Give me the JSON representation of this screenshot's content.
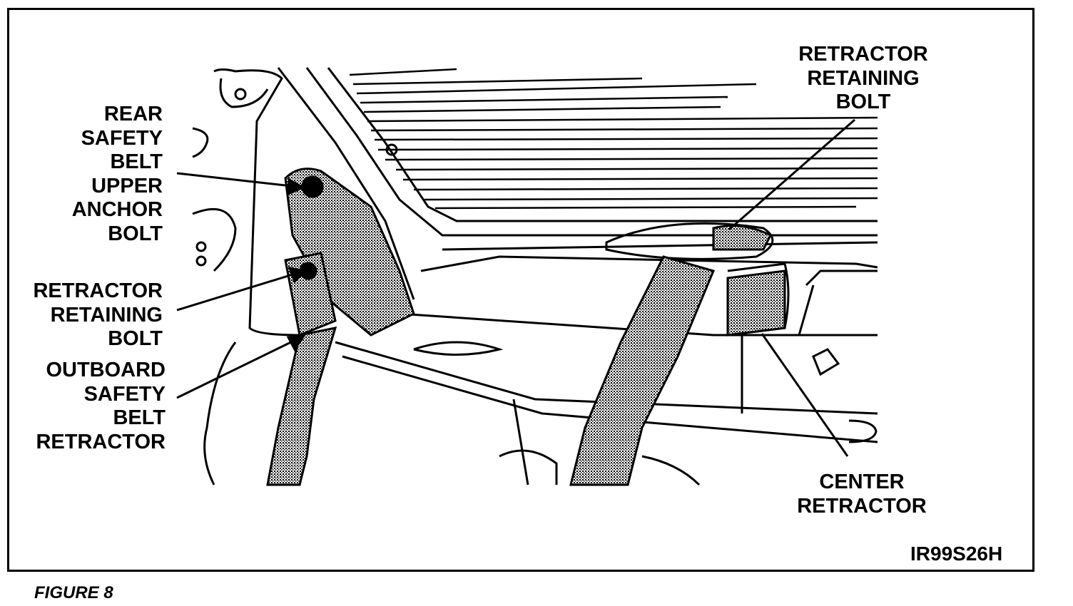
{
  "callouts": {
    "rear_anchor_bolt": "REAR\nSAFETY\nBELT\nUPPER\nANCHOR\nBOLT",
    "retractor_bolt_left": "RETRACTOR\nRETAINING\nBOLT",
    "outboard_retractor": "OUTBOARD\nSAFETY\nBELT\nRETRACTOR",
    "retractor_bolt_top": "RETRACTOR\nRETAINING\nBOLT",
    "center_retractor": "CENTER\nRETRACTOR"
  },
  "figure_code": "IR99S26H",
  "caption": "FIGURE 8"
}
